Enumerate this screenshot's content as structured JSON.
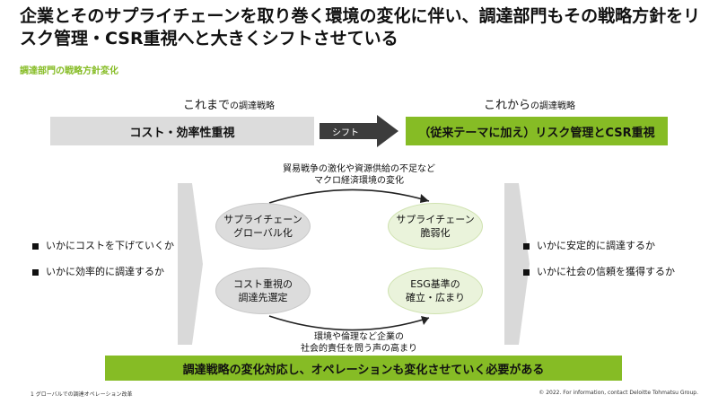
{
  "title": "企業とそのサプライチェーンを取り巻く環境の変化に伴い、調達部門もその戦略方針をリスク管理・CSR重視へと大きくシフトさせている",
  "subhead": "調達部門の戦略方針変化",
  "before": {
    "label_main": "これまで",
    "label_small": "の調達戦略",
    "box": "コスト・効率性重視"
  },
  "after": {
    "label_main": "これから",
    "label_small": "の調達戦略",
    "box": "（従来テーマに加え）リスク管理とCSR重視"
  },
  "shift_label": "シフト",
  "top_note": [
    "貿易戦争の激化や資源供給の不足など",
    "マクロ経済環境の変化"
  ],
  "bottom_note": [
    "環境や倫理など企業の",
    "社会的責任を問う声の高まり"
  ],
  "circles": {
    "global": [
      "サプライチェーン",
      "グローバル化"
    ],
    "fragile": [
      "サプライチェーン",
      "脆弱化"
    ],
    "cost": [
      "コスト重視の",
      "調達先選定"
    ],
    "esg": [
      "ESG基準の",
      "確立・広まり"
    ]
  },
  "left_bullets": [
    "いかにコストを下げていくか",
    "いかに効率的に調達するか"
  ],
  "right_bullets": [
    "いかに安定的に調達するか",
    "いかに社会の信頼を獲得するか"
  ],
  "bottom_bar": "調達戦略の変化対応し、オペレーションも変化させていく必要がある",
  "footnote": "1  グローバルでの調達オペレーション改革",
  "copyright": "© 2022. For information, contact Deloitte Tohmatsu Group.",
  "colors": {
    "accent_green": "#86bc25",
    "light_green": "#eaf3db",
    "gray": "#dcdcdc",
    "dark_gray": "#3c3c3c"
  }
}
